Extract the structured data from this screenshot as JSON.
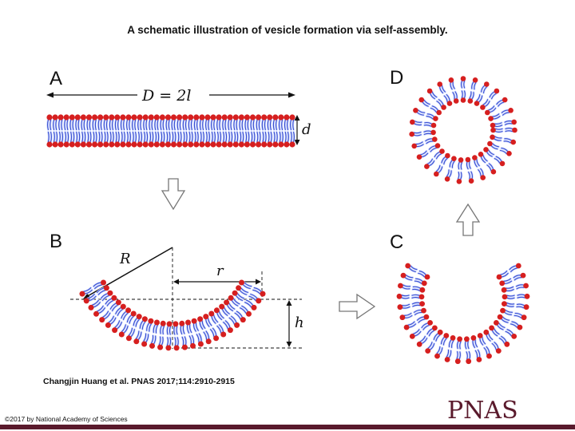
{
  "title": "A schematic illustration of vesicle formation via self-assembly.",
  "panels": {
    "a": "A",
    "b": "B",
    "c": "C",
    "d": "D"
  },
  "labels": {
    "length": "D = 2l",
    "thickness": "d",
    "radius": "R",
    "chord_half": "r",
    "height": "h"
  },
  "citation": "Changjin Huang et al. PNAS 2017;114:2910-2915",
  "copyright": "©2017 by National Academy of Sciences",
  "logo": "PNAS",
  "colors": {
    "head": "#d61f1f",
    "tail": "#3a4fcf",
    "tail_glow": "#c9d4ff",
    "arrow_outline": "#777777",
    "logo": "#5a1a2c",
    "bottom_bar": "#5a1a2c"
  }
}
